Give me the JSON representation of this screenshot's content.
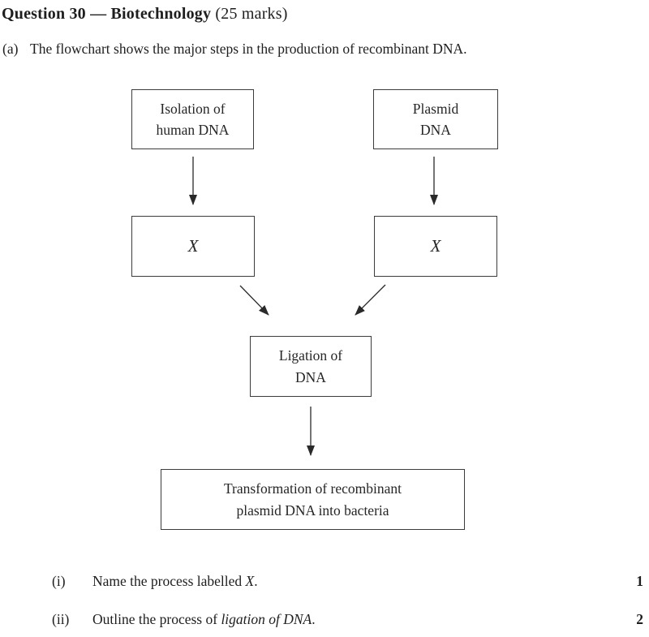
{
  "header": {
    "title_bold": "Question 30 — Biotechnology",
    "title_marks": "(25 marks)"
  },
  "intro": {
    "label": "(a)",
    "text": "The flowchart shows the major steps in the production of recombinant DNA."
  },
  "flowchart": {
    "boxes": {
      "isolation": {
        "line1": "Isolation of",
        "line2": "human DNA"
      },
      "plasmid": {
        "line1": "Plasmid",
        "line2": "DNA"
      },
      "x_left": {
        "label": "X"
      },
      "x_right": {
        "label": "X"
      },
      "ligation": {
        "line1": "Ligation of",
        "line2": "DNA"
      },
      "transformation": {
        "line1": "Transformation of recombinant",
        "line2": "plasmid DNA into bacteria"
      }
    },
    "arrows": [
      "isolation-to-x-left",
      "plasmid-to-x-right",
      "x-left-to-ligation",
      "x-right-to-ligation",
      "ligation-to-transformation"
    ]
  },
  "questions": [
    {
      "label": "(i)",
      "text_before": "Name the process labelled ",
      "italic": "X",
      "text_after": ".",
      "marks": "1"
    },
    {
      "label": "(ii)",
      "text_before": "Outline the process of ",
      "italic": "ligation of DNA",
      "text_after": ".",
      "marks": "2"
    }
  ],
  "colors": {
    "text": "#1e1e1e",
    "box_border": "#3c3c3c",
    "arrow": "#2a2a2a",
    "background": "#ffffff"
  }
}
